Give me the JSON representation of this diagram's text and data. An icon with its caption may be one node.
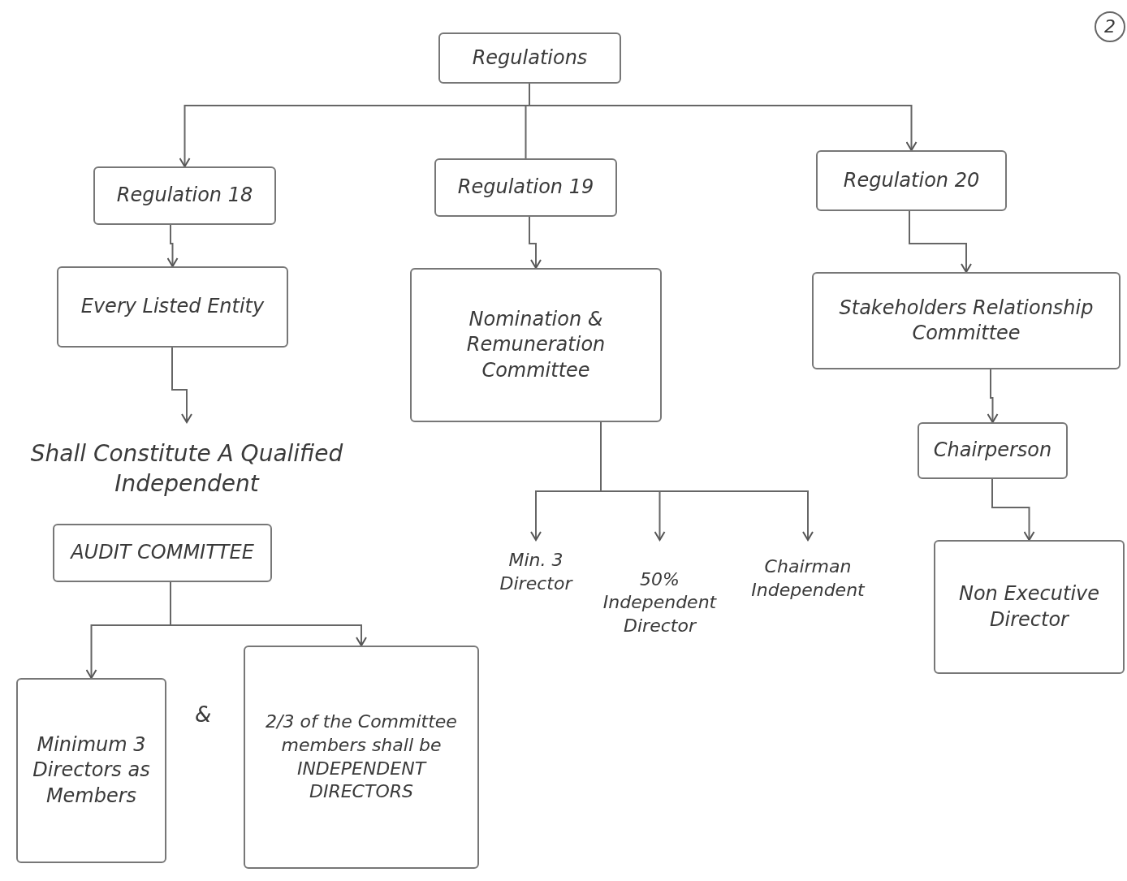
{
  "diagram": {
    "nodes": [
      {
        "text": [
          "Regulations"
        ]
      },
      {
        "text": [
          "Regulation 18"
        ]
      },
      {
        "text": [
          "Regulation 19"
        ]
      },
      {
        "text": [
          "Regulation 20"
        ]
      },
      {
        "text": [
          "Every Listed Entity"
        ]
      },
      {
        "text": [
          "Shall Constitute A Qualified Independent"
        ]
      },
      {
        "text": [
          "AUDIT COMMITTEE"
        ]
      },
      {
        "text": [
          "Minimum 3 Directors as Members"
        ]
      },
      {
        "text": [
          "2/3 of the Committee members shall be INDEPENDENT DIRECTORS"
        ]
      },
      {
        "text": [
          "Nomination & Remuneration Committee"
        ]
      },
      {
        "text": [
          "Min. 3 Director"
        ]
      },
      {
        "text": [
          "50% Independent Director"
        ]
      },
      {
        "text": [
          "Chairman Independent"
        ]
      },
      {
        "text": [
          "Stakeholders Relationship Committee"
        ]
      },
      {
        "text": [
          "Chairperson"
        ]
      },
      {
        "text": [
          "Non Executive Director"
        ]
      }
    ],
    "edges": [
      {
        "from": 0,
        "to": 1,
        "arrow": "to"
      },
      {
        "from": 0,
        "to": 2,
        "arrow": "none"
      },
      {
        "from": 0,
        "to": 3,
        "arrow": "to"
      },
      {
        "from": 1,
        "to": 4,
        "arrow": "to"
      },
      {
        "from": 4,
        "to": 5,
        "arrow": "to"
      },
      {
        "from": 6,
        "to": 7,
        "arrow": "to"
      },
      {
        "from": 6,
        "to": 8,
        "arrow": "to"
      },
      {
        "from": 2,
        "to": 9,
        "arrow": "to"
      },
      {
        "from": 9,
        "to": 10,
        "arrow": "to"
      },
      {
        "from": 9,
        "to": 11,
        "arrow": "to"
      },
      {
        "from": 9,
        "to": 12,
        "arrow": "to"
      },
      {
        "from": 3,
        "to": 13,
        "arrow": "to"
      },
      {
        "from": 13,
        "to": 14,
        "arrow": "to"
      },
      {
        "from": 14,
        "to": 15,
        "arrow": "to"
      }
    ],
    "labels": [
      "2",
      "&"
    ]
  }
}
